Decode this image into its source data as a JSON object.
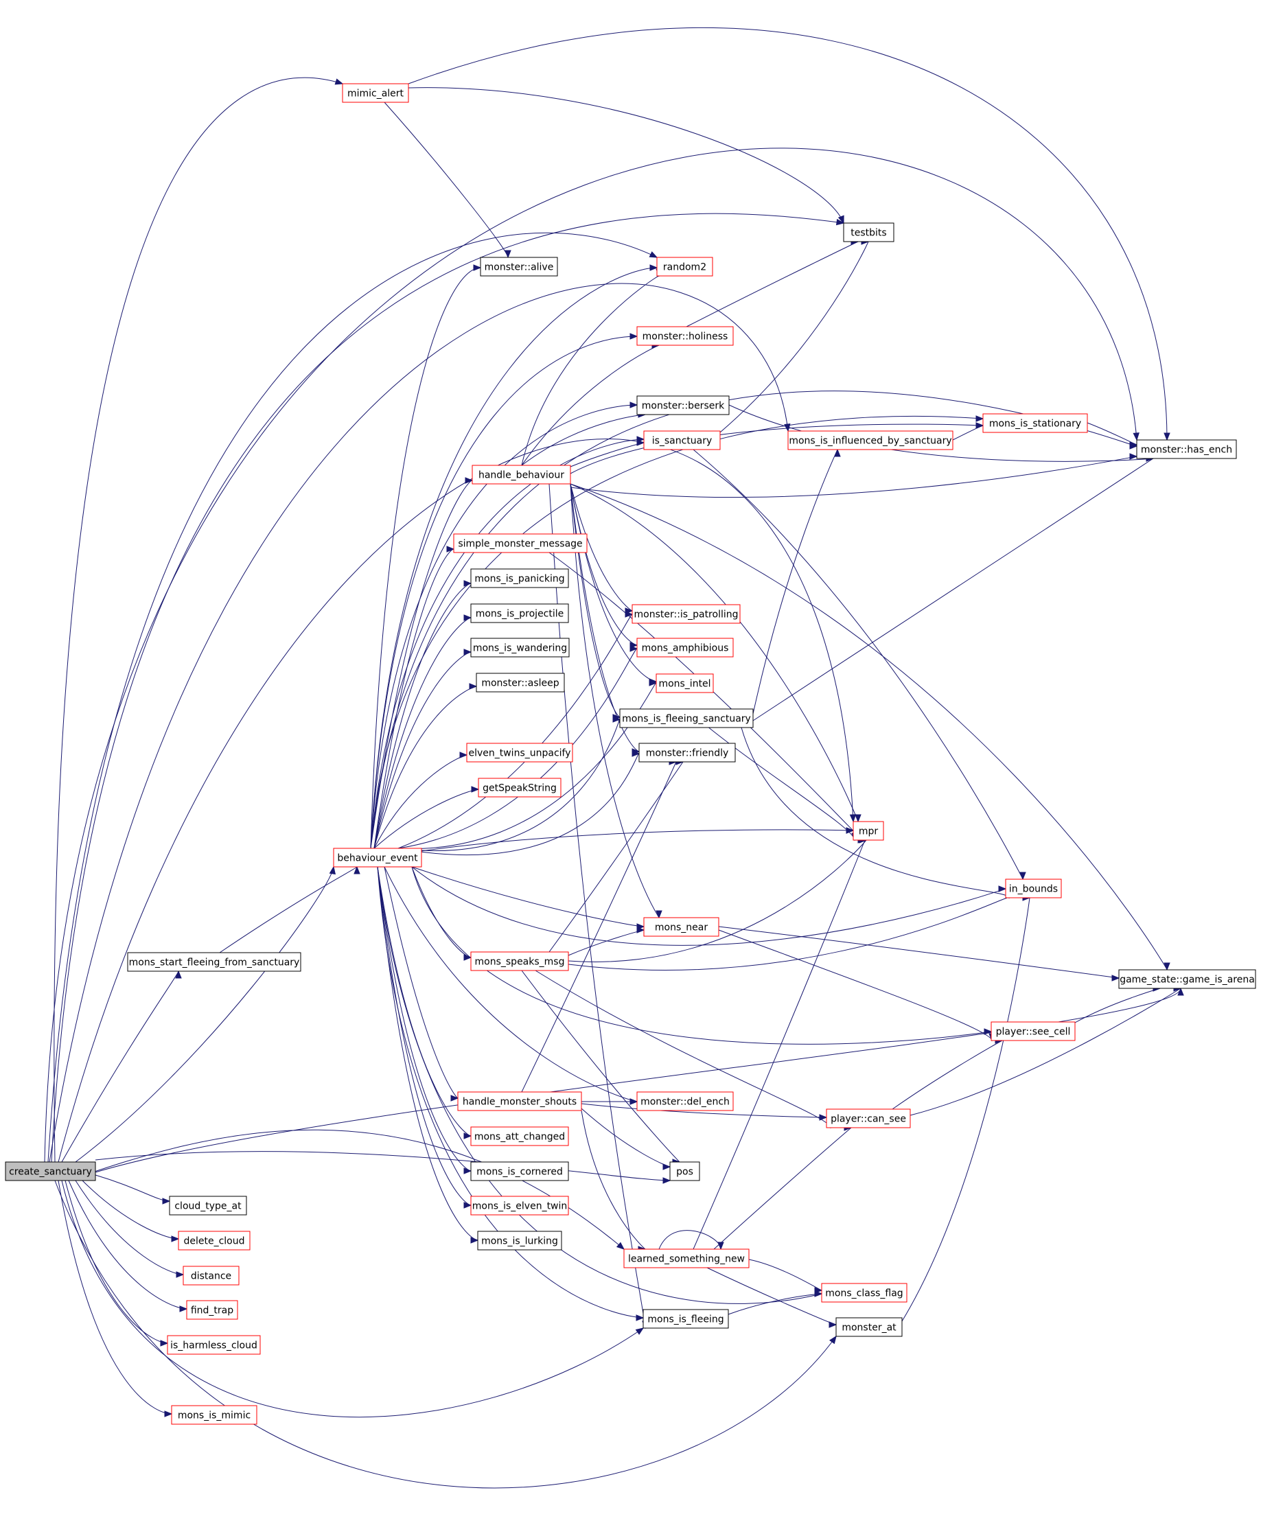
{
  "colors": {
    "edge": "#191970",
    "documented_border": "#ff0000",
    "plain_border": "#000000",
    "root_fill": "#bfbfbf",
    "node_fill": "#ffffff"
  },
  "nodes": [
    {
      "id": "create_sanctuary",
      "label": "create_sanctuary",
      "kind": "root"
    },
    {
      "id": "mimic_alert",
      "label": "mimic_alert",
      "kind": "documented"
    },
    {
      "id": "testbits",
      "label": "testbits",
      "kind": "plain"
    },
    {
      "id": "monster_alive",
      "label": "monster::alive",
      "kind": "plain"
    },
    {
      "id": "random2",
      "label": "random2",
      "kind": "documented"
    },
    {
      "id": "monster_holiness",
      "label": "monster::holiness",
      "kind": "documented"
    },
    {
      "id": "monster_berserk",
      "label": "monster::berserk",
      "kind": "plain"
    },
    {
      "id": "is_sanctuary",
      "label": "is_sanctuary",
      "kind": "documented"
    },
    {
      "id": "mons_is_influenced_by_sanctuary",
      "label": "mons_is_influenced_by_sanctuary",
      "kind": "documented"
    },
    {
      "id": "mons_is_stationary",
      "label": "mons_is_stationary",
      "kind": "documented"
    },
    {
      "id": "monster_has_ench",
      "label": "monster::has_ench",
      "kind": "plain"
    },
    {
      "id": "handle_behaviour",
      "label": "handle_behaviour",
      "kind": "documented"
    },
    {
      "id": "simple_monster_message",
      "label": "simple_monster_message",
      "kind": "documented"
    },
    {
      "id": "mons_is_panicking",
      "label": "mons_is_panicking",
      "kind": "plain"
    },
    {
      "id": "mons_is_projectile",
      "label": "mons_is_projectile",
      "kind": "plain"
    },
    {
      "id": "mons_is_wandering",
      "label": "mons_is_wandering",
      "kind": "plain"
    },
    {
      "id": "monster_asleep",
      "label": "monster::asleep",
      "kind": "plain"
    },
    {
      "id": "monster_is_patrolling",
      "label": "monster::is_patrolling",
      "kind": "documented"
    },
    {
      "id": "mons_amphibious",
      "label": "mons_amphibious",
      "kind": "documented"
    },
    {
      "id": "mons_intel",
      "label": "mons_intel",
      "kind": "documented"
    },
    {
      "id": "mons_is_fleeing_sanctuary",
      "label": "mons_is_fleeing_sanctuary",
      "kind": "plain"
    },
    {
      "id": "monster_friendly",
      "label": "monster::friendly",
      "kind": "plain"
    },
    {
      "id": "elven_twins_unpacify",
      "label": "elven_twins_unpacify",
      "kind": "documented"
    },
    {
      "id": "getSpeakString",
      "label": "getSpeakString",
      "kind": "documented"
    },
    {
      "id": "mpr",
      "label": "mpr",
      "kind": "documented"
    },
    {
      "id": "behaviour_event",
      "label": "behaviour_event",
      "kind": "documented"
    },
    {
      "id": "in_bounds",
      "label": "in_bounds",
      "kind": "documented"
    },
    {
      "id": "mons_near",
      "label": "mons_near",
      "kind": "documented"
    },
    {
      "id": "mons_start_fleeing_from_sanctuary",
      "label": "mons_start_fleeing_from_sanctuary",
      "kind": "plain"
    },
    {
      "id": "mons_speaks_msg",
      "label": "mons_speaks_msg",
      "kind": "documented"
    },
    {
      "id": "game_state_game_is_arena",
      "label": "game_state::game_is_arena",
      "kind": "plain"
    },
    {
      "id": "player_see_cell",
      "label": "player::see_cell",
      "kind": "documented"
    },
    {
      "id": "handle_monster_shouts",
      "label": "handle_monster_shouts",
      "kind": "documented"
    },
    {
      "id": "monster_del_ench",
      "label": "monster::del_ench",
      "kind": "documented"
    },
    {
      "id": "player_can_see",
      "label": "player::can_see",
      "kind": "documented"
    },
    {
      "id": "mons_att_changed",
      "label": "mons_att_changed",
      "kind": "documented"
    },
    {
      "id": "mons_is_cornered",
      "label": "mons_is_cornered",
      "kind": "plain"
    },
    {
      "id": "pos",
      "label": "pos",
      "kind": "plain"
    },
    {
      "id": "cloud_type_at",
      "label": "cloud_type_at",
      "kind": "plain"
    },
    {
      "id": "mons_is_elven_twin",
      "label": "mons_is_elven_twin",
      "kind": "documented"
    },
    {
      "id": "delete_cloud",
      "label": "delete_cloud",
      "kind": "documented"
    },
    {
      "id": "mons_is_lurking",
      "label": "mons_is_lurking",
      "kind": "plain"
    },
    {
      "id": "learned_something_new",
      "label": "learned_something_new",
      "kind": "documented"
    },
    {
      "id": "distance",
      "label": "distance",
      "kind": "documented"
    },
    {
      "id": "mons_class_flag",
      "label": "mons_class_flag",
      "kind": "documented"
    },
    {
      "id": "find_trap",
      "label": "find_trap",
      "kind": "documented"
    },
    {
      "id": "mons_is_fleeing",
      "label": "mons_is_fleeing",
      "kind": "plain"
    },
    {
      "id": "monster_at",
      "label": "monster_at",
      "kind": "plain"
    },
    {
      "id": "is_harmless_cloud",
      "label": "is_harmless_cloud",
      "kind": "documented"
    },
    {
      "id": "mons_is_mimic",
      "label": "mons_is_mimic",
      "kind": "documented"
    }
  ]
}
